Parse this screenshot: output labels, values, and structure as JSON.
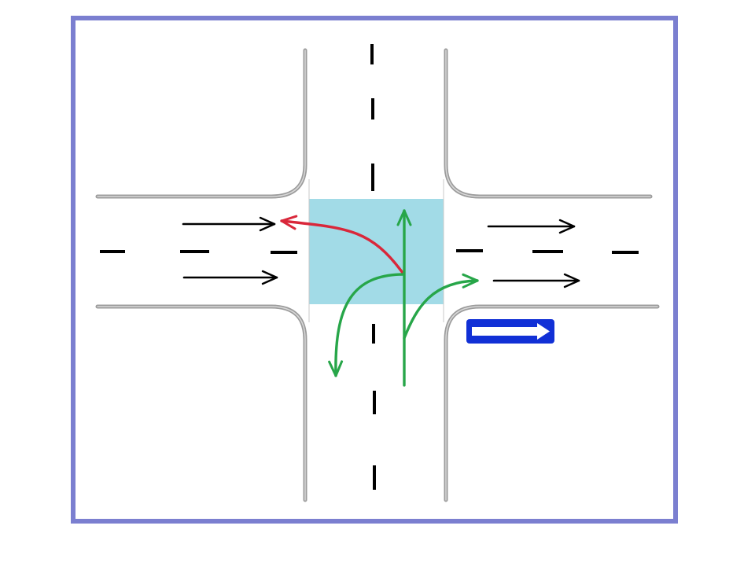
{
  "colors": {
    "frame": "#7b7fd0",
    "curb": "#9c9c9c",
    "curb_highlight": "#d8d8d8",
    "intersection": "#a2dbe7",
    "lane_marking": "#000000",
    "traffic_arrow": "#000000",
    "forbidden_path": "#d9273a",
    "allowed_path": "#27a649",
    "sign_background": "#1130d6",
    "sign_arrow": "#ffffff"
  },
  "icons": {
    "sign": "one-way-traffic-sign-icon",
    "arrow": "arrow-icon"
  },
  "scene": {
    "roads": [
      "horizontal-road",
      "vertical-road"
    ],
    "horizontal_road_traffic": "one-way-left-to-right",
    "allowed_maneuvers": [
      "straight",
      "left-u-turn",
      "right-turn"
    ],
    "forbidden_maneuvers": [
      "left-turn-against-one-way"
    ]
  }
}
